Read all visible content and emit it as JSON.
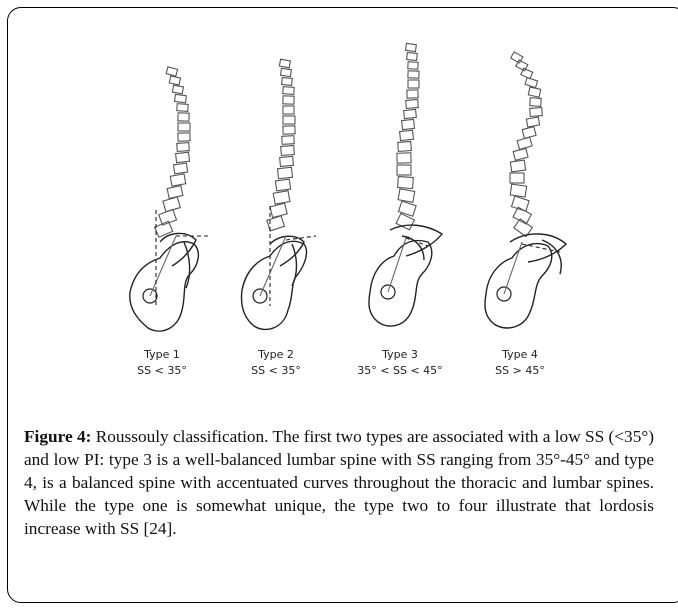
{
  "figure": {
    "panels": [
      {
        "type_label": "Type 1",
        "ss_label": "SS < 35°"
      },
      {
        "type_label": "Type 2",
        "ss_label": "SS < 35°"
      },
      {
        "type_label": "Type 3",
        "ss_label": "35° < SS < 45°"
      },
      {
        "type_label": "Type 4",
        "ss_label": "SS > 45°"
      }
    ]
  },
  "caption": {
    "lead": "Figure 4:",
    "text": " Roussouly classification. The first two types are associated with a low SS (<35°) and low PI: type 3 is a well-balanced lumbar spine with SS ranging from 35°-45° and type 4, is a balanced spine with accentuated curves throughout the thoracic and lumbar spines. While the type one is somewhat unique, the type two to four illustrate that lordosis increase with SS [24]."
  }
}
